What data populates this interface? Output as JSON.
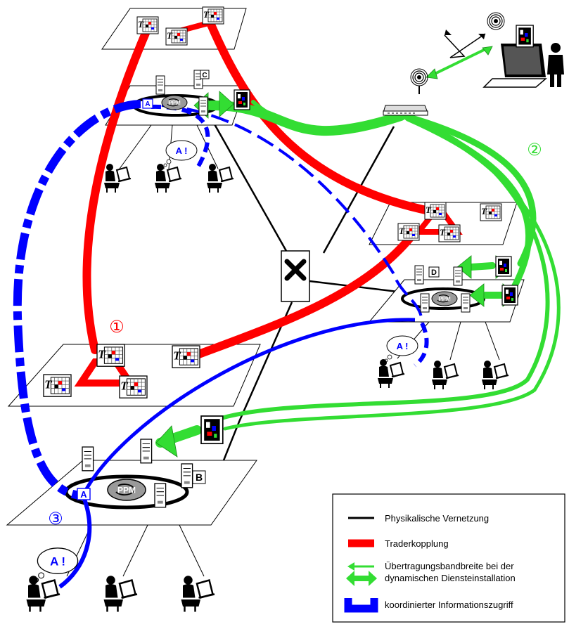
{
  "colors": {
    "physical": "#000000",
    "trader": "#ff0000",
    "bandwidth": "#33dd33",
    "info": "#0000ff",
    "platform": "#ffffff",
    "ppm": "#888888"
  },
  "markers": {
    "one": "①",
    "two": "②",
    "three": "③"
  },
  "server_labels": {
    "top": "C",
    "right": "D",
    "bottom": "B"
  },
  "access_badge": "A",
  "thought_text": "A !",
  "ppm_label": "PPM",
  "switch_symbol": "X",
  "legend": {
    "physical": "Physikalische Vernetzung",
    "trader": "Traderkopplung",
    "bandwidth_line1": "Übertragungsbandbreite bei der",
    "bandwidth_line2": "dynamischen Diensteinstallation",
    "info": "koordinierter Informationszugriff"
  },
  "icons": [
    "trader-node-icon",
    "server-icon",
    "ppm-ring-icon",
    "user-workstation-icon",
    "antenna-icon",
    "router-icon",
    "laptop-icon",
    "person-icon",
    "switch-icon",
    "mobile-service-icon"
  ]
}
